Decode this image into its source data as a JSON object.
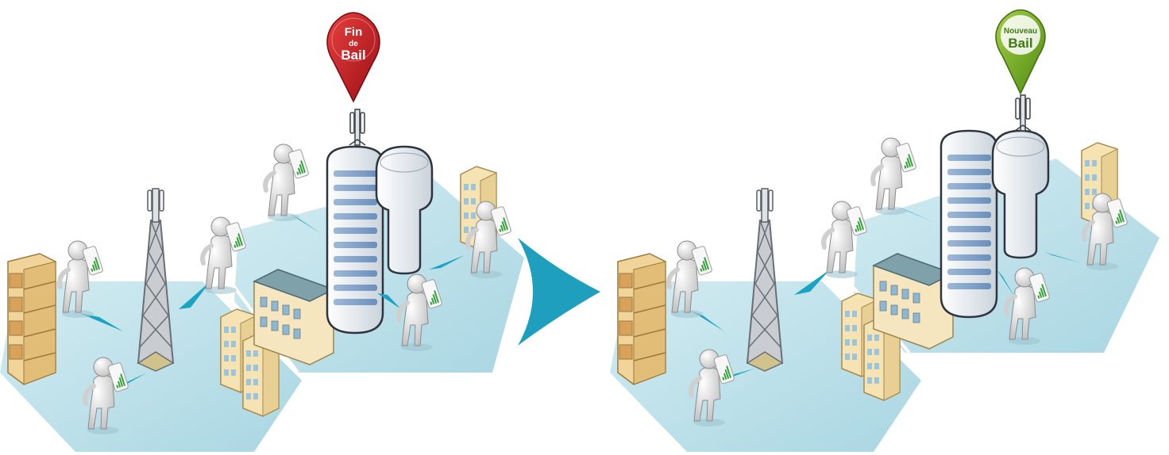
{
  "before": {
    "pin": {
      "line1": "Fin",
      "line2": "de",
      "line3": "Bail",
      "color": "#c8161d"
    }
  },
  "after": {
    "pin": {
      "line1": "Nouveau",
      "line2": "Bail",
      "color": "#6aa51f"
    }
  },
  "colors": {
    "ground": "#bfe0e8",
    "beam": "#1aa3c2",
    "arrow": "#1e9fbe",
    "building_warm": "#f3dca6",
    "tower_white": "#f4f6f8",
    "person": "#e3e3e3"
  }
}
